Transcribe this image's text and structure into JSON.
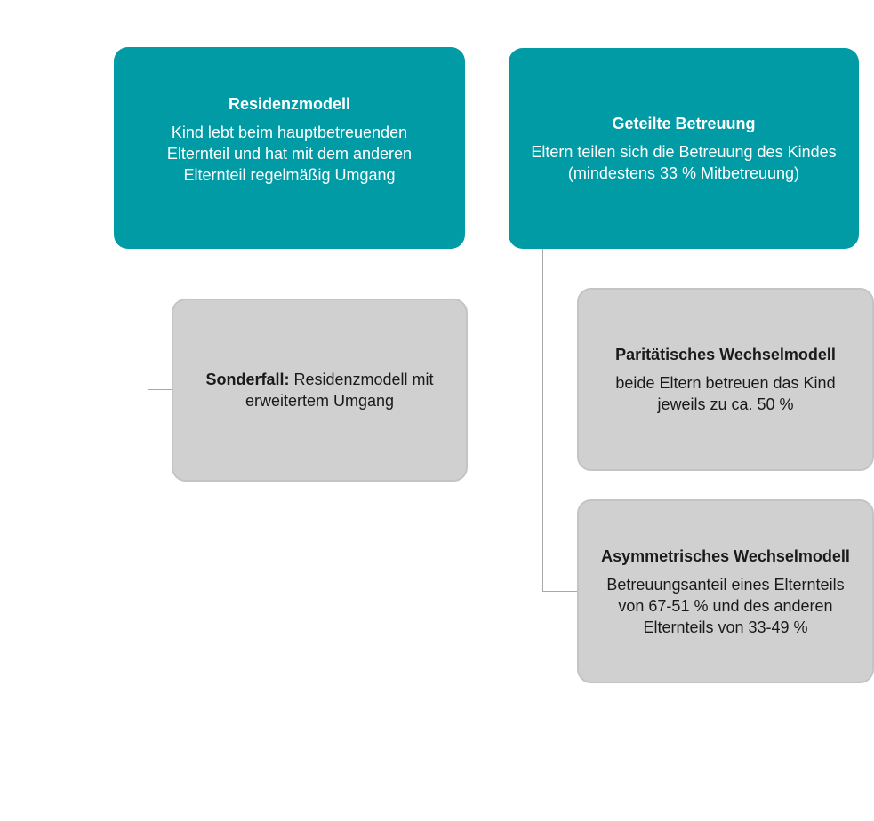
{
  "residenzmodell": {
    "title": "Residenzmodell",
    "lines": [
      "Kind lebt beim hauptbetreuenden",
      "Elternteil und hat mit dem anderen",
      "Elternteil regelmäßig Umgang"
    ]
  },
  "sonderfall": {
    "label": "Sonderfall:",
    "line1_rest": " Residenzmodell mit",
    "line2": "erweitertem Umgang"
  },
  "geteilte_betreuung": {
    "title": "Geteilte Betreuung",
    "lines": [
      "Eltern teilen sich die Betreuung des Kindes",
      "(mindestens 33 % Mitbetreuung)"
    ]
  },
  "paritaetisch": {
    "title": "Paritätisches Wechselmodell",
    "lines": [
      "beide Eltern betreuen das Kind",
      "jeweils zu ca. 50 %"
    ]
  },
  "asymmetrisch": {
    "title": "Asymmetrisches Wechselmodell",
    "lines": [
      "Betreuungsanteil eines Elternteils",
      "von 67-51 % und des anderen",
      "Elternteils von 33-49 %"
    ]
  },
  "colors": {
    "primary_box": "#019ba6",
    "secondary_box": "#d0d0d0",
    "connector": "#a9a9a9"
  }
}
